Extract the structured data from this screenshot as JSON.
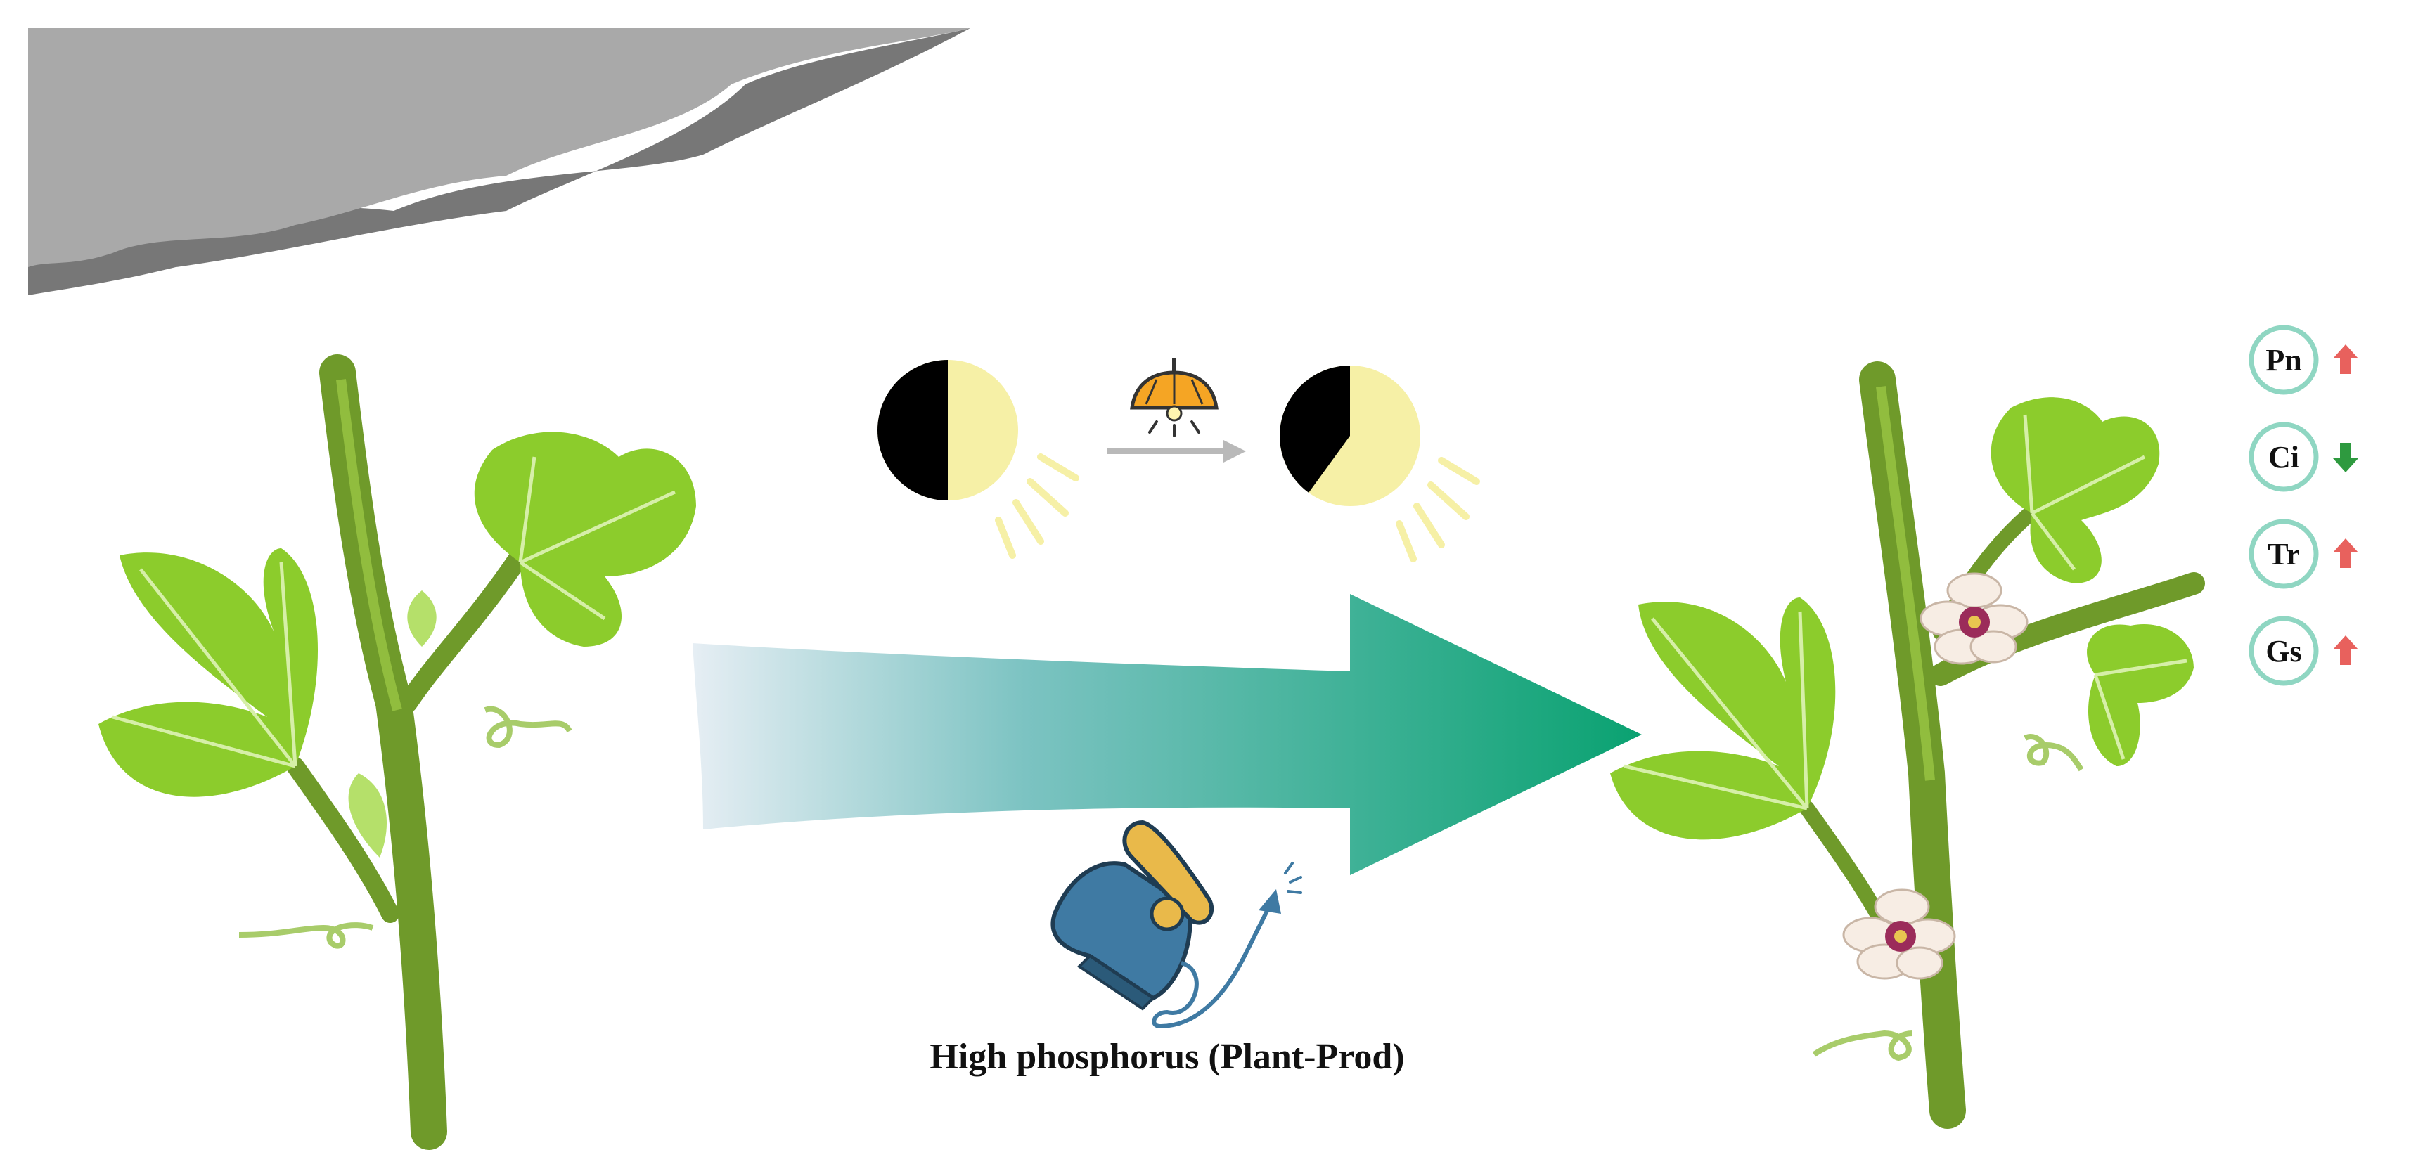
{
  "caption": "High phosphorus (Plant-Prod)",
  "parameters": [
    {
      "label": "Pn",
      "direction": "up",
      "arrow_color": "#e8615d"
    },
    {
      "label": "Ci",
      "direction": "down",
      "arrow_color": "#2e9a3f"
    },
    {
      "label": "Tr",
      "direction": "up",
      "arrow_color": "#e8615d"
    },
    {
      "label": "Gs",
      "direction": "up",
      "arrow_color": "#e8615d"
    }
  ],
  "photoperiod": {
    "before_dark_fraction": 0.5,
    "after_dark_fraction": 0.4
  },
  "colors": {
    "cloud_light": "#a9a9a9",
    "cloud_dark": "#777777",
    "arrow_start": "#e6eef4",
    "arrow_end": "#0aa271",
    "leaf": "#8ccc2c",
    "leaf_light": "#b5e06a",
    "stem": "#6f9a2a",
    "moon_dark": "#000000",
    "sun_light": "#f6f0a6",
    "badge_ring": "#8fd6c2",
    "flower_petal": "#f7ede4",
    "flower_center": "#9b2c5a",
    "lamp": "#f5a524",
    "device": "#3f7aa3",
    "device_accent": "#e9b94a"
  },
  "icons": [
    "cloud-icon",
    "half-moon-sun-icon",
    "lamp-icon",
    "process-arrow-icon",
    "measuring-device-icon",
    "plant-icon",
    "flower-icon"
  ]
}
